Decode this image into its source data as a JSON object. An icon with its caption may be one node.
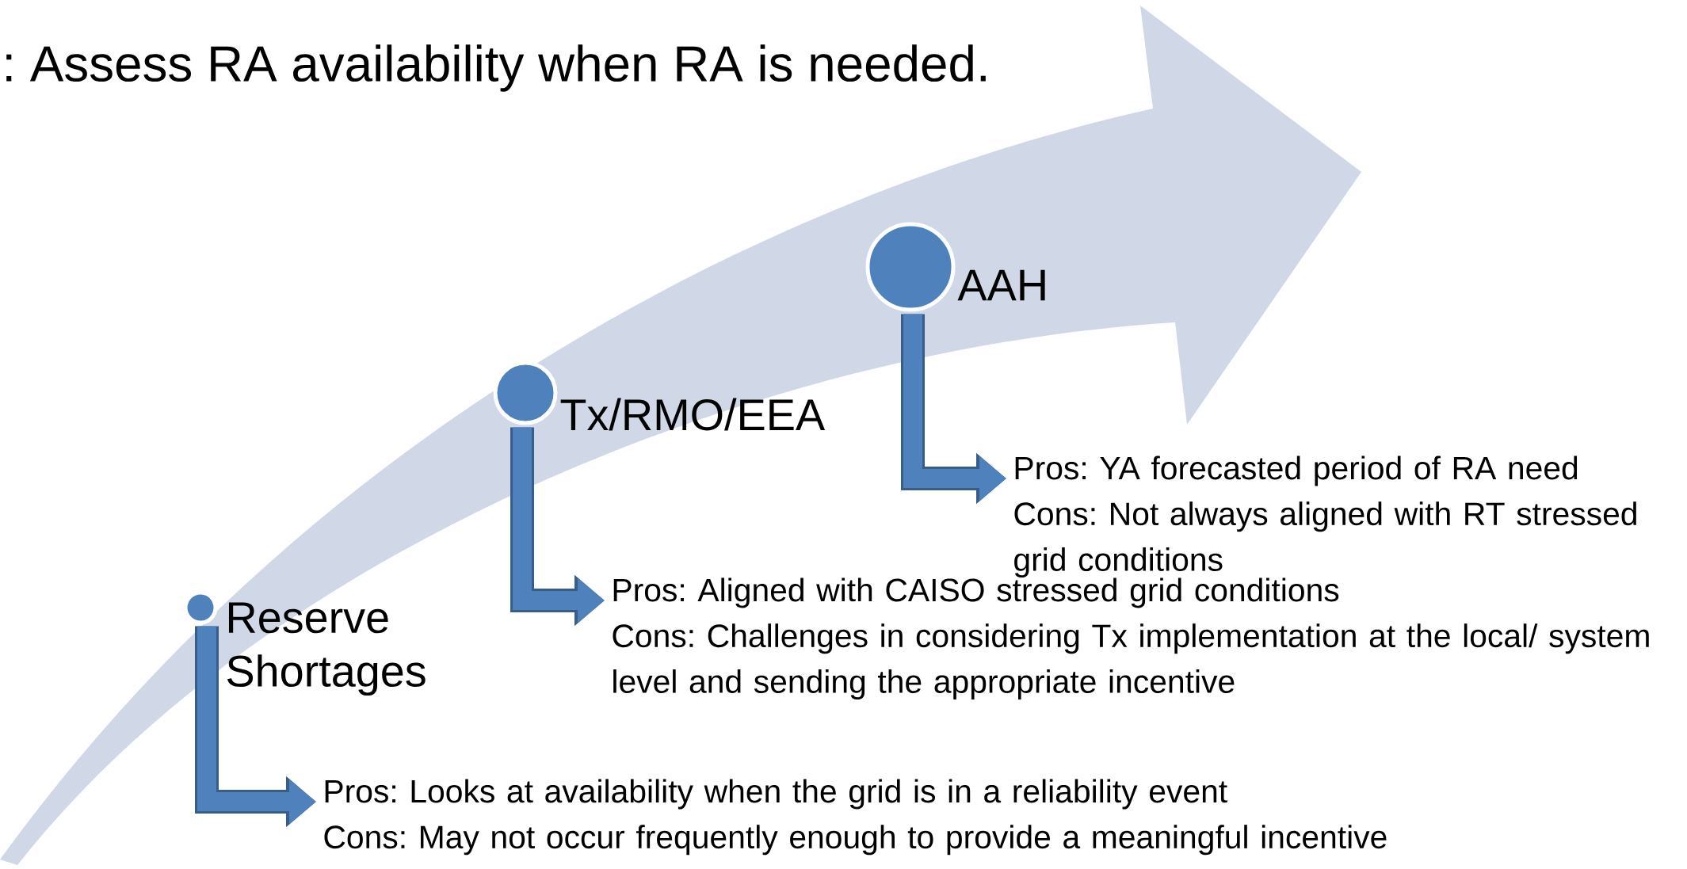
{
  "diagram": {
    "nodes": [
      {
        "text": [
          "Reserve Shortages"
        ]
      },
      {
        "text": [
          "Pros: Looks at availability when the grid is in a reliability event",
          "Cons: May not occur frequently enough to provide a meaningful incentive"
        ]
      },
      {
        "text": [
          "Tx/RMO/EEA"
        ]
      },
      {
        "text": [
          "Pros:  Aligned with CAISO stressed grid conditions",
          "Cons: Challenges in considering Tx implementation at the local/ system level and sending the appropriate incentive"
        ]
      },
      {
        "text": [
          "AAH"
        ]
      },
      {
        "text": [
          "Pros: YA forecasted period of RA need",
          "Cons: Not always aligned with RT stressed grid conditions"
        ]
      }
    ],
    "edges": [
      {
        "from": 0,
        "to": 1,
        "arrow": "to"
      },
      {
        "from": 2,
        "to": 3,
        "arrow": "to"
      },
      {
        "from": 4,
        "to": 5,
        "arrow": "to"
      }
    ],
    "labels": [
      ": Assess RA availability when RA is needed."
    ]
  }
}
